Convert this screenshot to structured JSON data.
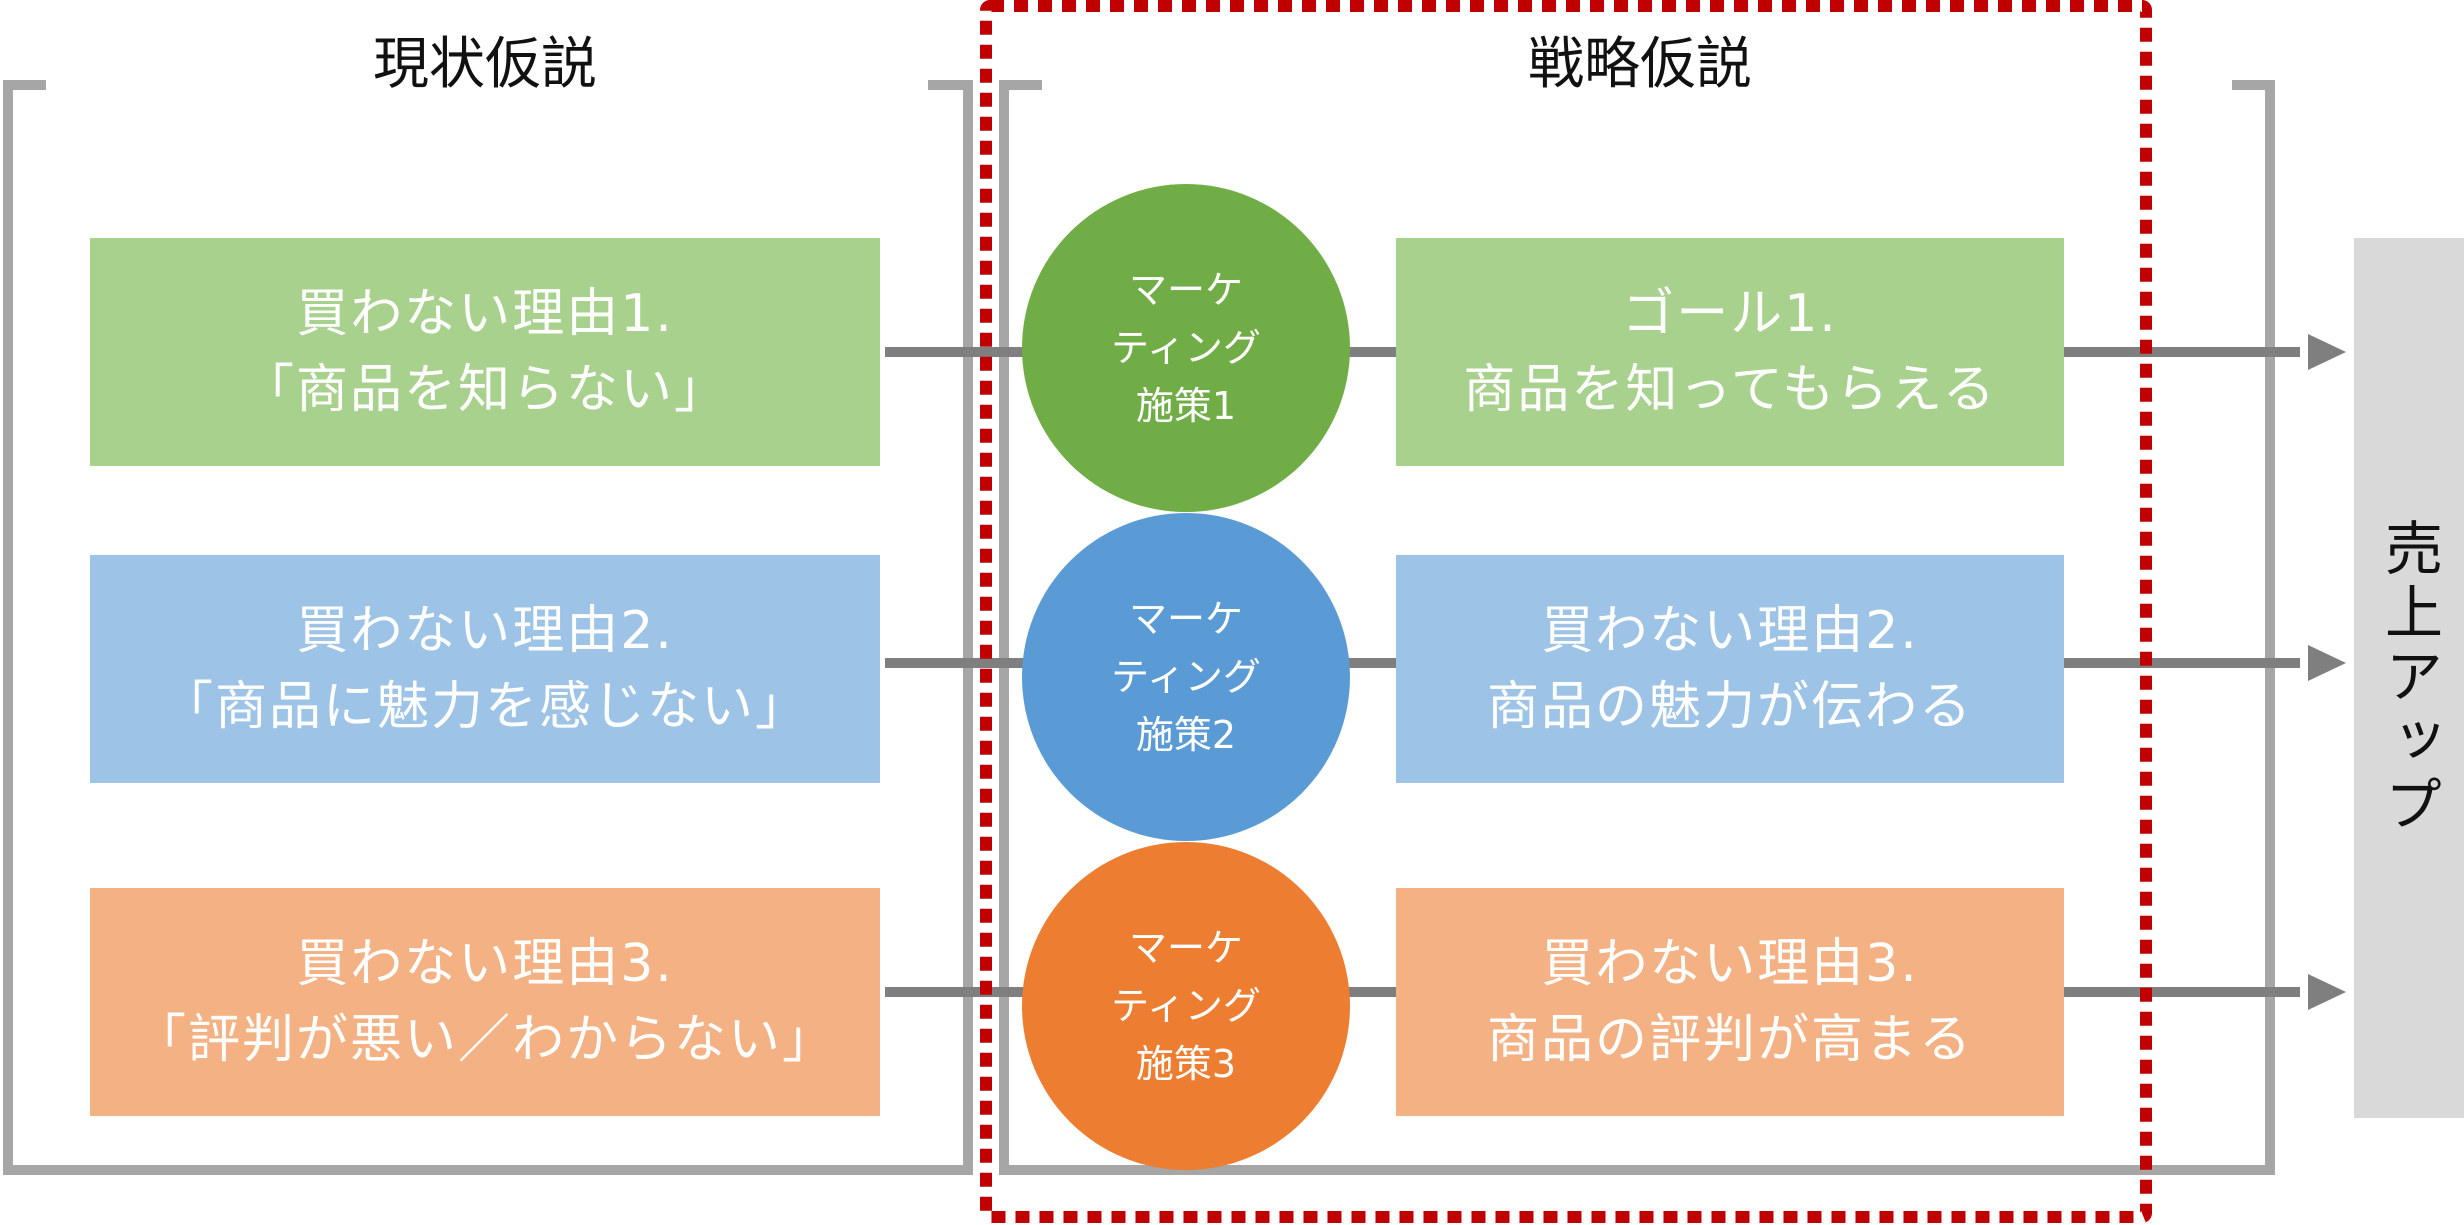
{
  "headings": {
    "current": "現状仮説",
    "strategy": "戦略仮説"
  },
  "rows": [
    {
      "reason_line1": "買わない理由1.",
      "reason_line2": "「商品を知らない」",
      "measure": [
        "マーケ",
        "ティング",
        "施策1"
      ],
      "goal_line1": "ゴール1.",
      "goal_line2": "商品を知ってもらえる"
    },
    {
      "reason_line1": "買わない理由2.",
      "reason_line2": "「商品に魅力を感じない」",
      "measure": [
        "マーケ",
        "ティング",
        "施策2"
      ],
      "goal_line1": "買わない理由2.",
      "goal_line2": "商品の魅力が伝わる"
    },
    {
      "reason_line1": "買わない理由3.",
      "reason_line2": "「評判が悪い／わからない」",
      "measure": [
        "マーケ",
        "ティング",
        "施策3"
      ],
      "goal_line1": "買わない理由3.",
      "goal_line2": "商品の評判が高まる"
    }
  ],
  "result": "売上アップ",
  "colors": {
    "green_box": "#a9d18e",
    "green_circle": "#70ad47",
    "blue_box": "#9dc3e6",
    "blue_circle": "#5b9bd5",
    "orange_box": "#f4b183",
    "orange_circle": "#ed7d31",
    "bracket": "#a6a6a6",
    "arrow": "#7f7f7f",
    "highlight": "#c00000",
    "result_bg": "#d9d9d9"
  }
}
